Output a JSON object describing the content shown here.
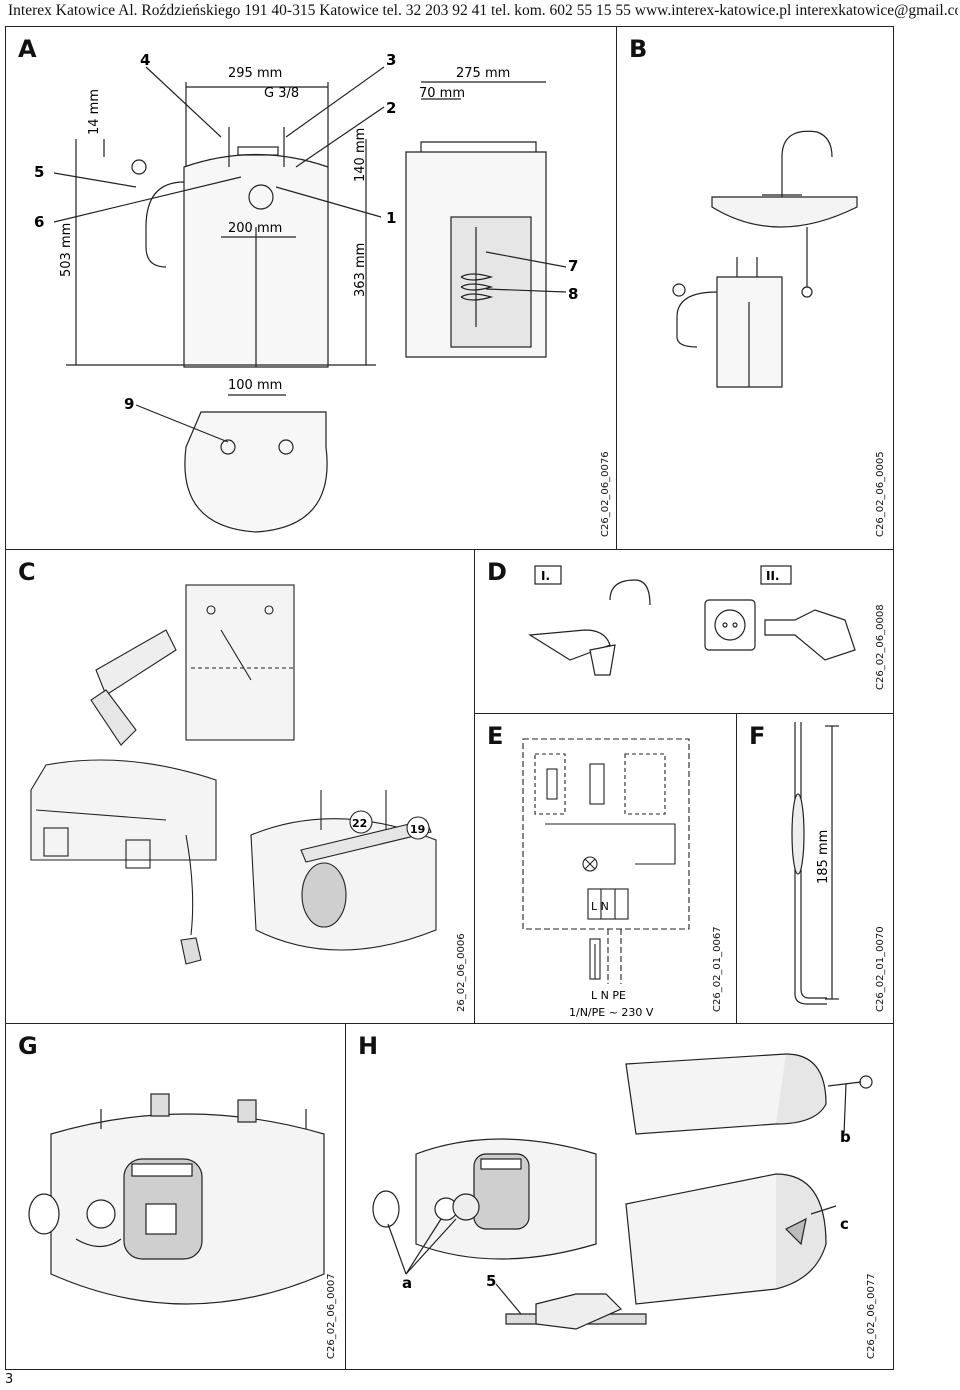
{
  "header": {
    "text": "Interex Katowice Al. Roździeńskiego 191 40-315 Katowice tel. 32 203 92 41 tel. kom. 602 55 15 55 www.interex-katowice.pl interexkatowice@gmail.com"
  },
  "panels": {
    "A": {
      "letter": "A",
      "code": "C26_02_06_0076",
      "dims": {
        "width_top": "295 mm",
        "thread": "G 3/8",
        "depth": "275 mm",
        "offset": "70 mm",
        "top_gap": "14 mm",
        "fit_height": "140 mm",
        "spacing": "200 mm",
        "total_height": "503 mm",
        "body_height": "363 mm",
        "bottom_spacing": "100 mm"
      },
      "callouts": [
        "1",
        "2",
        "3",
        "4",
        "5",
        "6",
        "7",
        "8",
        "9"
      ]
    },
    "B": {
      "letter": "B",
      "code": "C26_02_06_0005"
    },
    "C": {
      "letter": "C",
      "code": "26_02_06_0006"
    },
    "D": {
      "letter": "D",
      "code": "C26_02_06_0008",
      "step1": "I.",
      "step2": "II."
    },
    "E": {
      "letter": "E",
      "code": "C26_02_01_0067",
      "terminal": "L N",
      "supply_labels": "L N PE",
      "supply": "1/N/PE ~ 230 V"
    },
    "F": {
      "letter": "F",
      "code": "C26_02_01_0070",
      "length": "185 mm"
    },
    "G": {
      "letter": "G",
      "code": "C26_02_06_0007"
    },
    "H": {
      "letter": "H",
      "code": "C26_02_06_0077",
      "callouts": [
        "a",
        "5",
        "b",
        "c"
      ],
      "tool_labels": [
        "22",
        "19"
      ]
    }
  },
  "page_number": "3",
  "colors": {
    "line": "#222222",
    "fill": "#f2f2f2",
    "shade": "#dcdcdc"
  }
}
